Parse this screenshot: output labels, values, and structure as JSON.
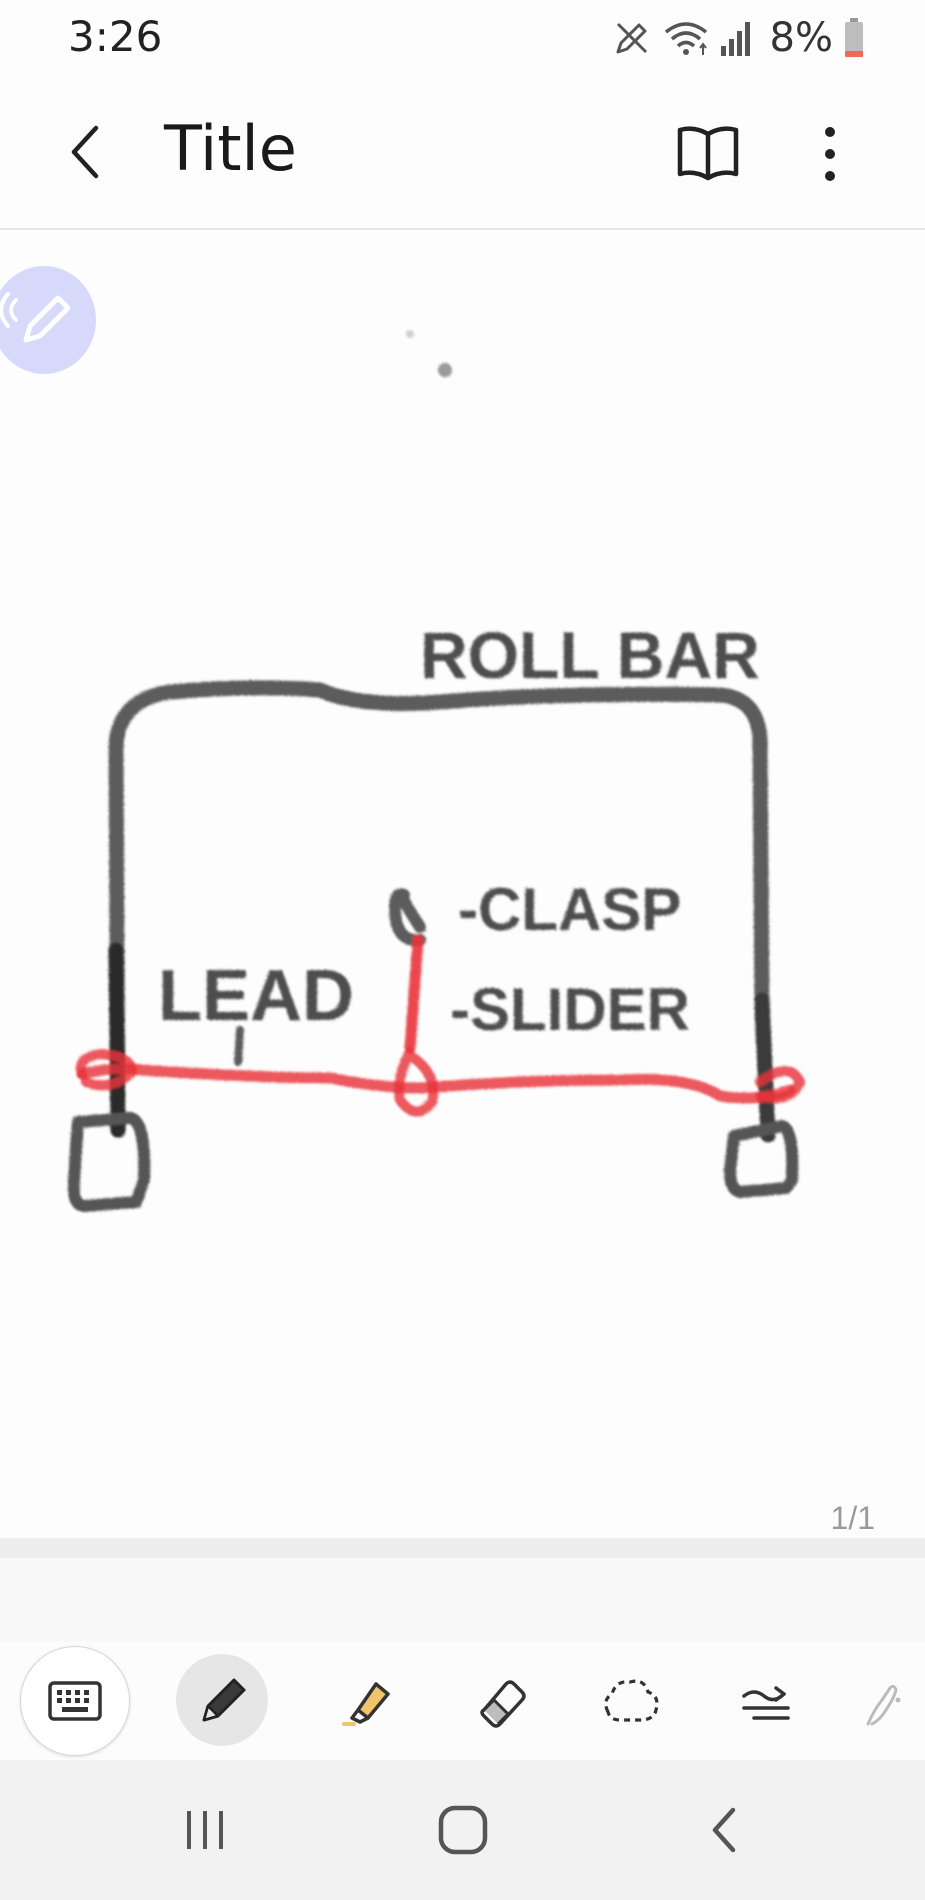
{
  "status_bar": {
    "time": "3:26",
    "battery": "8%",
    "icons": [
      "pen-icon",
      "wifi-icon",
      "signal-icon",
      "battery-icon"
    ]
  },
  "app_bar": {
    "title": "Title",
    "icons": [
      "back-arrow-icon",
      "book-icon",
      "more-vertical-icon"
    ]
  },
  "canvas": {
    "sketch_labels": [
      "ROLL BAR",
      "LEAD",
      "-CLASP",
      "-SLIDER"
    ],
    "page_indicator": "1/1",
    "colors": {
      "ink": "#555555",
      "red_ink": "#e8333a",
      "fab": "#d7d9fb"
    }
  },
  "toolbar": {
    "tools": [
      "keyboard",
      "pen",
      "highlighter",
      "eraser",
      "lasso",
      "straighten",
      "calligraphy"
    ],
    "active_tool": "pen",
    "colors": {
      "highlighter": "#f2c46a"
    }
  },
  "nav_bar": {
    "buttons": [
      "recents",
      "home",
      "back"
    ]
  }
}
